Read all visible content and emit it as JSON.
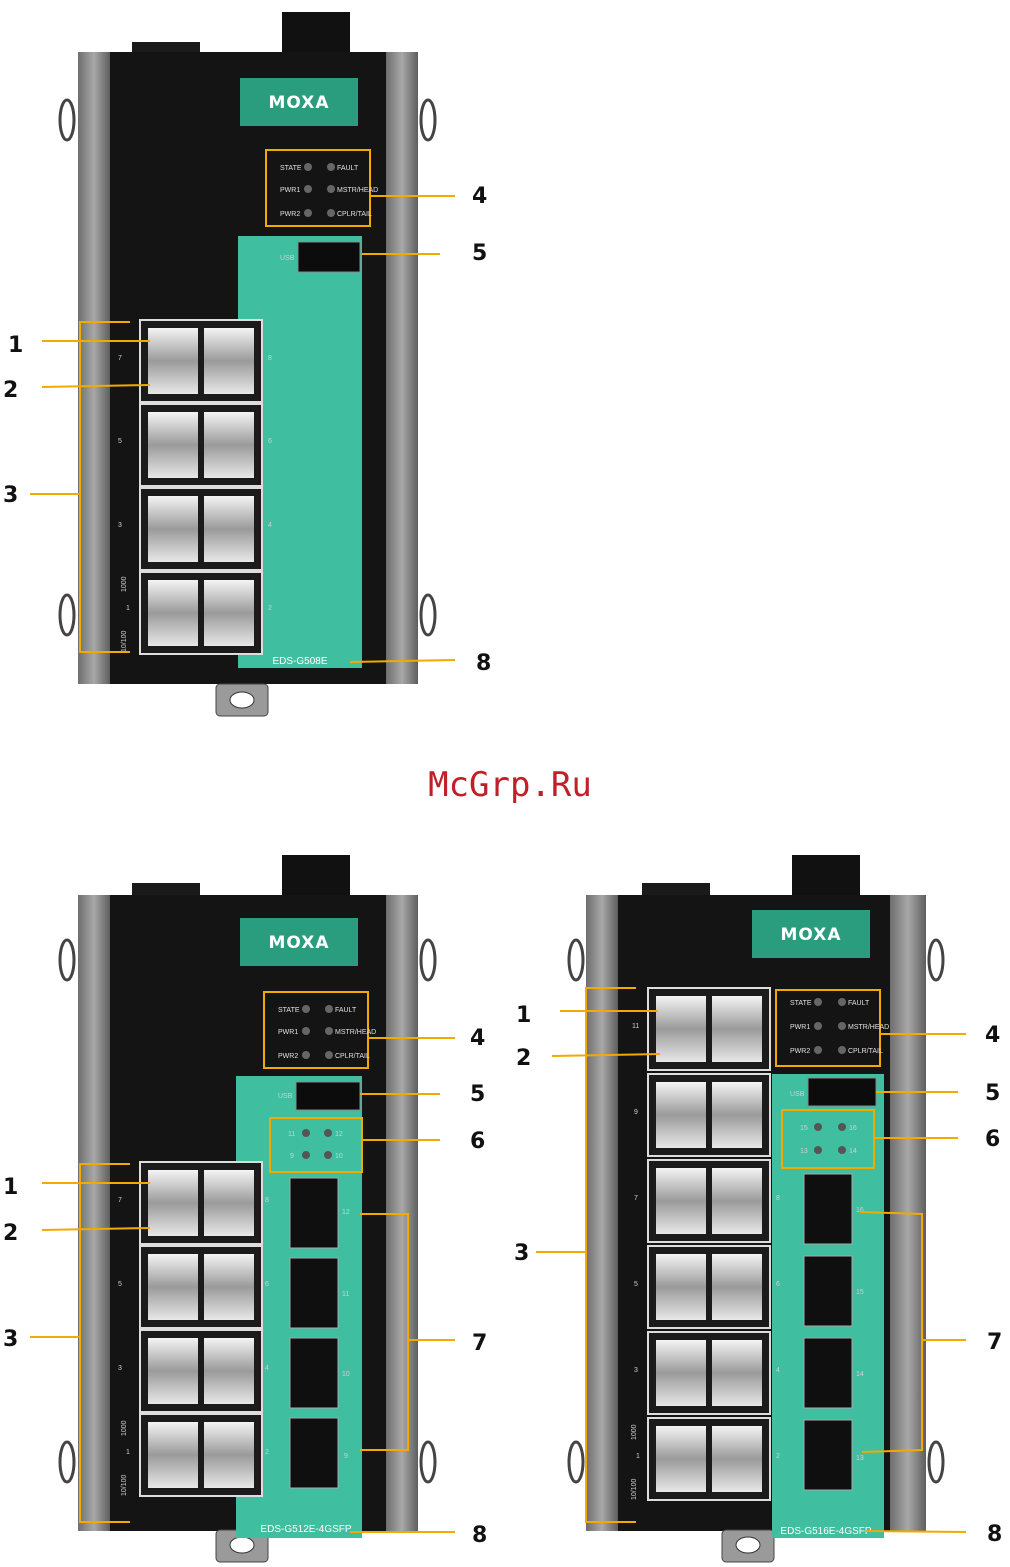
{
  "watermark": "McGrp.Ru",
  "brand": "MOXA",
  "colors": {
    "accent": "#3fbfa0",
    "callout_line": "#f2a900",
    "brand_green": "#2a9d7e",
    "panel": "#121212",
    "rail": "#8d8d8d"
  },
  "devices": [
    {
      "model": "EDS-G508E",
      "led_labels": [
        "STATE",
        "FAULT",
        "PWR1",
        "MSTR/HEAD",
        "PWR2",
        "CPLR/TAIL"
      ],
      "usb_label": "USB",
      "port_labels": [
        "7",
        "8",
        "5",
        "6",
        "3",
        "4",
        "1",
        "2"
      ],
      "speed_labels": [
        "1000",
        "1",
        "10/100"
      ],
      "callouts": [
        "1",
        "2",
        "3",
        "4",
        "5",
        "8"
      ]
    },
    {
      "model": "EDS-G512E-4GSFP",
      "led_labels": [
        "STATE",
        "FAULT",
        "PWR1",
        "MSTR/HEAD",
        "PWR2",
        "CPLR/TAIL"
      ],
      "usb_label": "USB",
      "sfp_led_labels": [
        "11",
        "12",
        "9",
        "10"
      ],
      "port_labels": [
        "7",
        "8",
        "5",
        "6",
        "3",
        "4",
        "1",
        "2"
      ],
      "sfp_labels": [
        "12",
        "11",
        "10",
        "9"
      ],
      "speed_labels": [
        "1000",
        "1",
        "10/100"
      ],
      "callouts": [
        "1",
        "2",
        "3",
        "4",
        "5",
        "6",
        "7",
        "8"
      ]
    },
    {
      "model": "EDS-G516E-4GSFP",
      "led_labels": [
        "STATE",
        "FAULT",
        "PWR1",
        "MSTR/HEAD",
        "PWR2",
        "CPLR/TAIL"
      ],
      "usb_label": "USB",
      "sfp_led_labels": [
        "15",
        "16",
        "13",
        "14"
      ],
      "port_labels": [
        "11",
        "9",
        "7",
        "8",
        "5",
        "6",
        "3",
        "4",
        "1",
        "2"
      ],
      "sfp_labels": [
        "16",
        "15",
        "14",
        "13"
      ],
      "speed_labels": [
        "1000",
        "1",
        "10/100"
      ],
      "callouts": [
        "1",
        "2",
        "3",
        "4",
        "5",
        "6",
        "7",
        "8"
      ]
    }
  ]
}
